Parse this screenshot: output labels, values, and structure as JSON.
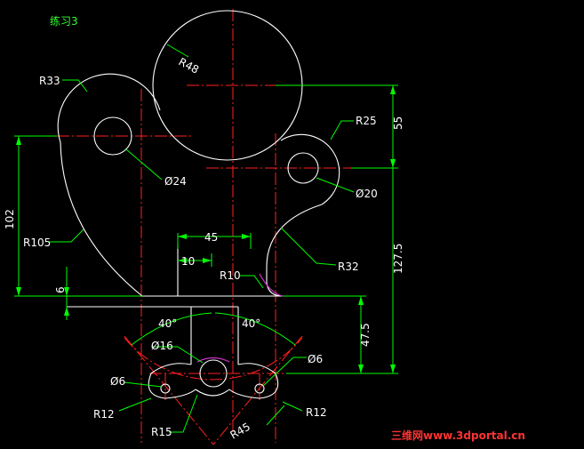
{
  "title": "练习3",
  "colors": {
    "background": "#000000",
    "geometry": "#ffffff",
    "center_line": "#ff2020",
    "dimension": "#00ff00",
    "dim_text": "#ffffff",
    "highlight": "#cc33cc",
    "watermark": "#ff3333"
  },
  "dimensions": {
    "r48": "R48",
    "r33": "R33",
    "r25": "R25",
    "d24": "Ø24",
    "d20": "Ø20",
    "v55": "55",
    "v102": "102",
    "r105": "R105",
    "r32": "R32",
    "v45": "45",
    "v10": "10",
    "r10": "R10",
    "v6": "6",
    "v1275": "127.5",
    "v475": "47.5",
    "a40_left": "40°",
    "a40_right": "40°",
    "d16": "Ø16",
    "d6_left": "Ø6",
    "d6_right": "Ø6",
    "r12_left": "R12",
    "r12_right": "R12",
    "r15": "R15",
    "r45": "R45"
  },
  "watermark": "三维网www.3dportal.cn"
}
